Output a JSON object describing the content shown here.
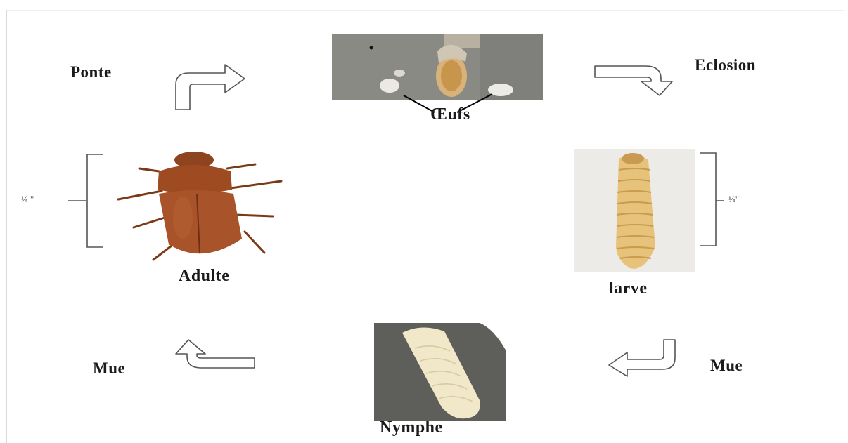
{
  "stages": {
    "eggs": "Œufs",
    "larva": "larve",
    "pupa": "Nymphe",
    "adult": "Adulte"
  },
  "transitions": {
    "laying": "Ponte",
    "hatching": "Eclosion",
    "molt_larva_to_pupa": "Mue",
    "molt_pupa_to_adult": "Mue"
  },
  "size_marks": {
    "adult": "¼ \"",
    "larva": "¼\""
  },
  "colors": {
    "beetle_body": "#9b4a22",
    "larva_body": "#e6c27a",
    "pupa_body": "#f1e7c9",
    "egg_photo_bg": "#8d8d88",
    "pupa_photo_bg": "#5b5b58",
    "arrow_stroke": "#555555"
  }
}
